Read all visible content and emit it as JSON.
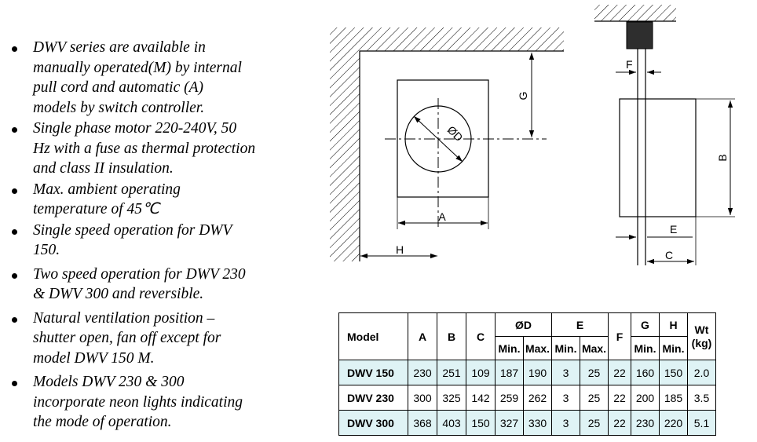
{
  "bullets": [
    "DWV series are available in manually operated(M) by internal pull cord and automatic (A) models by switch controller.",
    "Single phase motor 220-240V, 50 Hz with a fuse as thermal protection and class II insulation.",
    "Max. ambient operating temperature of 45℃",
    "Single speed operation for DWV 150.",
    "Two speed operation for DWV 230 & DWV 300 and reversible.",
    "Natural ventilation position – shutter open, fan off except for model DWV 150 M.",
    "Models DWV 230 & 300 incorporate neon lights indicating the mode of operation."
  ],
  "bullet_lines": [
    [
      "DWV series are available in",
      "manually operated(M) by internal",
      "pull cord and automatic (A)",
      "models by switch controller."
    ],
    [
      "Single phase motor 220-240V, 50",
      "Hz with a fuse as thermal protection",
      "and class II insulation."
    ],
    [
      "Max. ambient operating",
      "temperature of 45℃"
    ],
    [
      "Single speed operation for DWV",
      "150."
    ],
    [
      "Two speed operation for DWV 230",
      "& DWV 300 and reversible."
    ],
    [
      "Natural ventilation position –",
      "shutter open, fan off except for",
      "model DWV 150 M."
    ],
    [
      "Models DWV 230 & 300",
      "incorporate neon lights indicating",
      "the mode of operation."
    ]
  ],
  "drawing_labels": {
    "front": {
      "g": "G",
      "d": "ØD",
      "a": "A",
      "h": "H"
    },
    "side": {
      "f": "F",
      "b": "B",
      "e": "E",
      "c": "C"
    }
  },
  "table": {
    "headers": {
      "model": "Model",
      "a": "A",
      "b": "B",
      "c": "C",
      "d": "ØD",
      "e": "E",
      "f": "F",
      "g": "G",
      "h": "H",
      "wt": "Wt (kg)",
      "min": "Min.",
      "max": "Max."
    },
    "rows": [
      {
        "model": "DWV 150",
        "a": "230",
        "b": "251",
        "c": "109",
        "d_min": "187",
        "d_max": "190",
        "e_min": "3",
        "e_max": "25",
        "f": "22",
        "g_min": "160",
        "h_min": "150",
        "wt": "2.0"
      },
      {
        "model": "DWV 230",
        "a": "300",
        "b": "325",
        "c": "142",
        "d_min": "259",
        "d_max": "262",
        "e_min": "3",
        "e_max": "25",
        "f": "22",
        "g_min": "200",
        "h_min": "185",
        "wt": "3.5"
      },
      {
        "model": "DWV 300",
        "a": "368",
        "b": "403",
        "c": "150",
        "d_min": "327",
        "d_max": "330",
        "e_min": "3",
        "e_max": "25",
        "f": "22",
        "g_min": "230",
        "h_min": "220",
        "wt": "5.1"
      }
    ],
    "shade_color": "#dff3f5"
  }
}
